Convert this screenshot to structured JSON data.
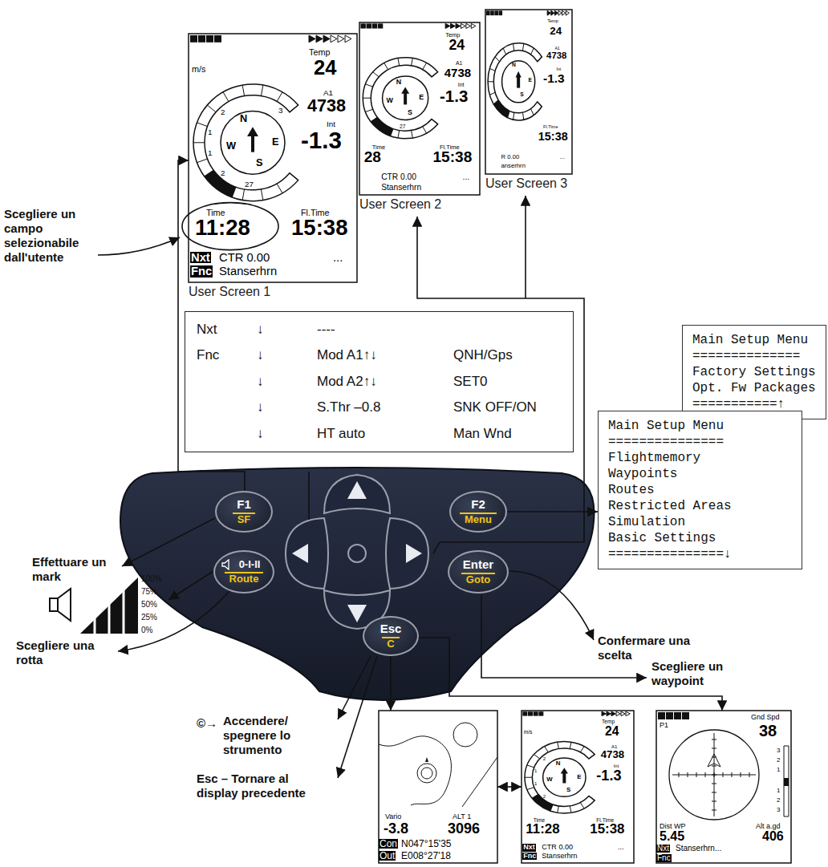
{
  "diagram": {
    "nodes": [
      {
        "text": [
          "Temp",
          "24",
          "m/s",
          "2",
          "1",
          "1",
          "2",
          "3",
          "27",
          "N",
          "E",
          "W",
          "S",
          "A1",
          "4738",
          "Int",
          "-1.3",
          "Time",
          "11:28",
          "Fl.Time",
          "15:38",
          "Nxt",
          "CTR 0.00",
          "...",
          "Fnc",
          "Stanserhrn",
          "User Screen 1"
        ]
      },
      {
        "text": [
          "Temp",
          "24",
          "27",
          "N",
          "E",
          "W",
          "S",
          "A1",
          "4738",
          "Int",
          "-1.3",
          "Time",
          "28",
          "Fl.Time",
          "15:38",
          "CTR 0.00",
          "...",
          "Stanserhrn",
          "User Screen 2"
        ]
      },
      {
        "text": [
          "Temp",
          "24",
          "N",
          "E",
          "S",
          "A1",
          "4738",
          "Int",
          "-1.3",
          "Fl.Time",
          "15:38",
          "R 0.00",
          "...",
          "anserhrn",
          "User Screen 3"
        ]
      },
      {
        "text": [
          "Nxt",
          "↓",
          "----",
          "Fnc",
          "↓",
          "Mod A1↑↓",
          "QNH/Gps",
          "↓",
          "Mod A2↑↓",
          "SET0",
          "↓",
          "S.Thr –0.8",
          "SNK OFF/ON",
          "↓",
          "HT auto",
          "Man Wnd"
        ]
      },
      {
        "text": [
          "Main Setup Menu",
          "==============",
          "Factory Settings",
          "Opt. Fw Packages",
          "===========↑"
        ]
      },
      {
        "text": [
          "Main Setup Menu",
          "===============",
          "Flightmemory",
          "Waypoints",
          "Routes",
          "Restricted Areas",
          "Simulation",
          "Basic Settings",
          "===============↓"
        ]
      },
      {
        "text": [
          "F1",
          "SF"
        ]
      },
      {
        "text": [
          "F2",
          "Menu"
        ]
      },
      {
        "text": [
          "0-I-II",
          "Route"
        ]
      },
      {
        "text": [
          "Enter",
          "Goto"
        ]
      },
      {
        "text": [
          "Esc",
          "C"
        ]
      },
      {
        "text": [
          "Vario",
          "-3.8",
          "ALT 1",
          "3096",
          "Con",
          "N047°15'35",
          "Out",
          "E008°27'18"
        ]
      },
      {
        "text": [
          "Temp",
          "24",
          "m/s",
          "2",
          "1",
          "1",
          "2",
          "N",
          "E",
          "W",
          "S",
          "A1",
          "4738",
          "Int",
          "-1.3",
          "Time",
          "Fl.Time",
          "11:28",
          "15:38",
          "Nxt",
          "CTR 0.00",
          "...",
          "Fnc",
          "Stanserhrn"
        ]
      },
      {
        "text": [
          "P1",
          "Gnd Spd",
          "38",
          "3",
          "2",
          "1",
          "1",
          "2",
          "3",
          "Dist WP",
          "Alt a.gd",
          "5.45",
          "406",
          "Nxt",
          "Stanserhrn...",
          "Fnc"
        ]
      }
    ],
    "edges": [
      {
        "from": 6,
        "to": 0,
        "arrow": "to"
      },
      {
        "from": 7,
        "to": 5,
        "arrow": "to"
      },
      {
        "from": 10,
        "to": 11,
        "arrow": "to"
      },
      {
        "from": 10,
        "to": 13,
        "arrow": "to"
      },
      {
        "from": 11,
        "to": 12,
        "arrow": "both"
      }
    ],
    "labels": [
      "Scegliere un campo selezionabile dall'utente",
      "Effettuare un mark",
      "100%",
      "75%",
      "50%",
      "25%",
      "0%",
      "Scegliere una rotta",
      "Confermare una scelta",
      "Scegliere un waypoint",
      "©→",
      "Accendere/ spegnere lo strumento",
      "Esc – Tornare al display precedente"
    ]
  }
}
